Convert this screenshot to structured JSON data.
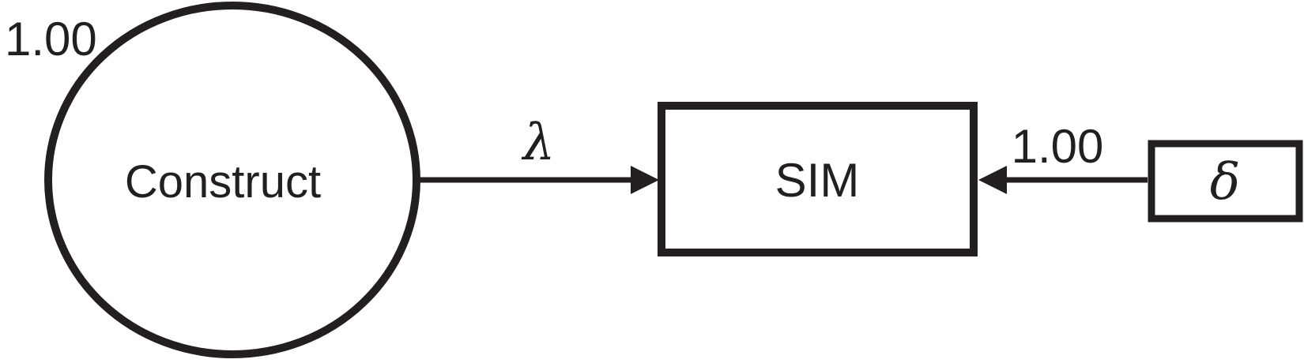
{
  "diagram": {
    "type": "sem-path-diagram",
    "ink_color": "#231f20",
    "background_color": "#ffffff",
    "latent_node": {
      "shape": "ellipse",
      "label": "Construct",
      "variance_label": "1.00"
    },
    "indicator_node": {
      "shape": "rectangle",
      "label": "SIM"
    },
    "loading_path": {
      "from": "Construct",
      "to": "SIM",
      "label": "λ"
    },
    "error_node": {
      "shape": "rectangle",
      "label": "δ"
    },
    "error_path": {
      "from": "δ",
      "to": "SIM",
      "weight_label": "1.00"
    }
  }
}
